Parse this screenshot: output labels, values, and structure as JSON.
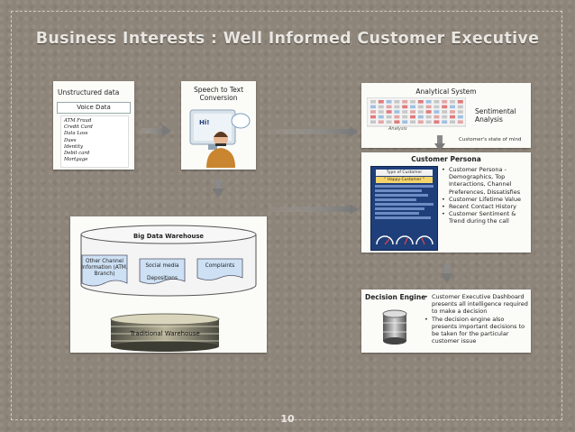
{
  "slide": {
    "title": "Business Interests : Well Informed Customer Executive",
    "page_number": "10"
  },
  "unstructured": {
    "title": "Unstructured data",
    "voice_label": "Voice  Data",
    "doc_lines": [
      "ATM Fraud",
      "Credit Card",
      "Data Loss",
      "Dues",
      "Identity",
      "Debit card",
      "Mortgage"
    ]
  },
  "speech": {
    "title": "Speech to Text Conversion",
    "bubble": "Hi!"
  },
  "analytical": {
    "title": "Analytical System",
    "sentimental": "Sentimental Analysis",
    "analysis_label": "Analysis",
    "state_of_mind": "Customer's state of mind"
  },
  "persona": {
    "title": "Customer Persona",
    "card_title": "Type of Customer",
    "card_subtitle": "\" Happy Customer \"",
    "bullets": [
      "Customer Persona - Demographics, Top Interactions, Channel Preferences, Dissatisfies",
      "Customer Lifetime Value",
      "Recent Contact History",
      "Customer Sentiment & Trend during the call"
    ]
  },
  "warehouse": {
    "title": "Big Data Warehouse",
    "other_channel": "Other Channel Information (ATM, Branch)",
    "social": "Social media",
    "depositions": "Depositions",
    "complaints": "Complaints",
    "traditional": "Traditional Warehouse"
  },
  "decision": {
    "title": "Decision Engine",
    "bullets": [
      "Customer Executive Dashboard presents all intelligence required to make a decision",
      "The decision engine also presents important decisions to be taken for  the particular customer issue"
    ]
  },
  "colors": {
    "background": "#8e857a",
    "panel": "#fbfbf7",
    "arrow": "#7f7f7f",
    "dashboard": "#1f3f7a"
  }
}
